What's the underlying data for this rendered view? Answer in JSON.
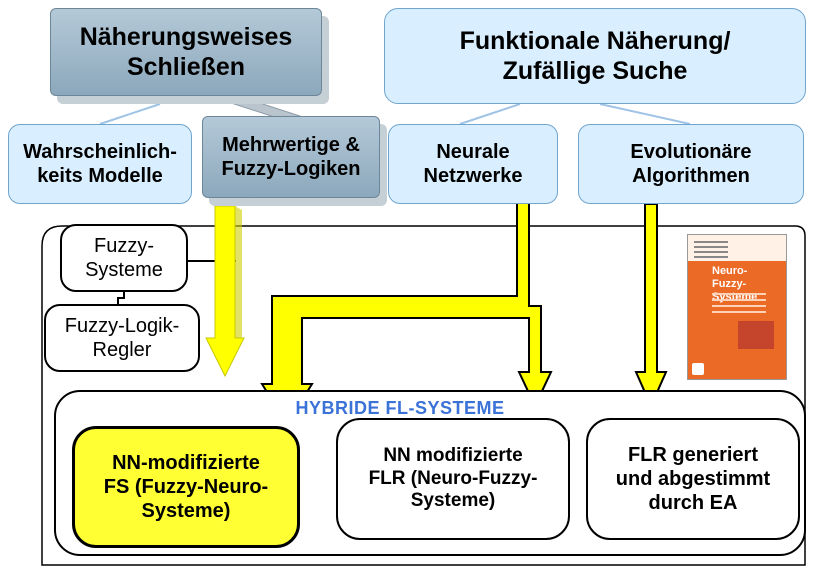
{
  "nodes": {
    "approx_reasoning": "Näherungsweises\nSchließen",
    "func_approx": "Funktionale Näherung/\nZufällige Suche",
    "prob_models": "Wahrscheinlich-\nkeits Modelle",
    "fuzzy_logics": "Mehrwertige &\nFuzzy-Logiken",
    "neural_nets": "Neurale\nNetzwerke",
    "evo_algos": "Evolutionäre\nAlgorithmen",
    "fuzzy_systems": "Fuzzy-\nSysteme",
    "fuzzy_controller": "Fuzzy-Logik-\nRegler",
    "hybrid_label": "HYBRIDE  FL-SYSTEME",
    "nn_modified_fs": "NN-modifizierte\nFS (Fuzzy-Neuro-\nSysteme)",
    "nn_modified_flr": "NN modifizierte\nFLR (Neuro-Fuzzy-\nSysteme)",
    "flr_generated": "FLR generiert\nund abgestimmt\ndurch EA"
  },
  "book": {
    "title": "Neuro-\nFuzzy-Systeme"
  },
  "colors": {
    "arrow_yellow": "#ffff00",
    "highlight_yellow": "#ffff33",
    "light_blue": "#d9efff",
    "hybrid_label": "#3a72d8",
    "book_orange": "#ea6a26"
  }
}
